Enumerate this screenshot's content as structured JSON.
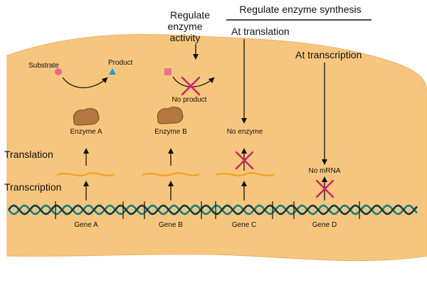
{
  "headers": {
    "regulate_activity": [
      "Regulate",
      "enzyme",
      "activity"
    ],
    "regulate_synthesis": "Regulate enzyme synthesis",
    "at_translation": "At translation",
    "at_transcription": "At transcription"
  },
  "reaction": {
    "substrate": "Substrate",
    "product": "Product",
    "no_product": "No product"
  },
  "enzymes": {
    "a": "Enzyme A",
    "b": "Enzyme B",
    "no_enzyme": "No enzyme",
    "no_mrna": "No mRNA"
  },
  "side_labels": {
    "translation": "Translation",
    "transcription": "Transcription"
  },
  "genes": [
    "Gene A",
    "Gene B",
    "Gene C",
    "Gene D"
  ],
  "colors": {
    "cell": "#f7c67e",
    "cell_edge": "#e7b267",
    "enzyme": "#b3773f",
    "enzyme_dark": "#7a4b22",
    "mrna": "#f2a21d",
    "inhibit": "#cc1f6a",
    "substrate": "#e56a8a",
    "product": "#1aa0d9",
    "blocked": "#e7769a",
    "dna_teal": "#1f7a7a",
    "dna_dark": "#163a3a",
    "dna_light": "#8ed0c4"
  }
}
